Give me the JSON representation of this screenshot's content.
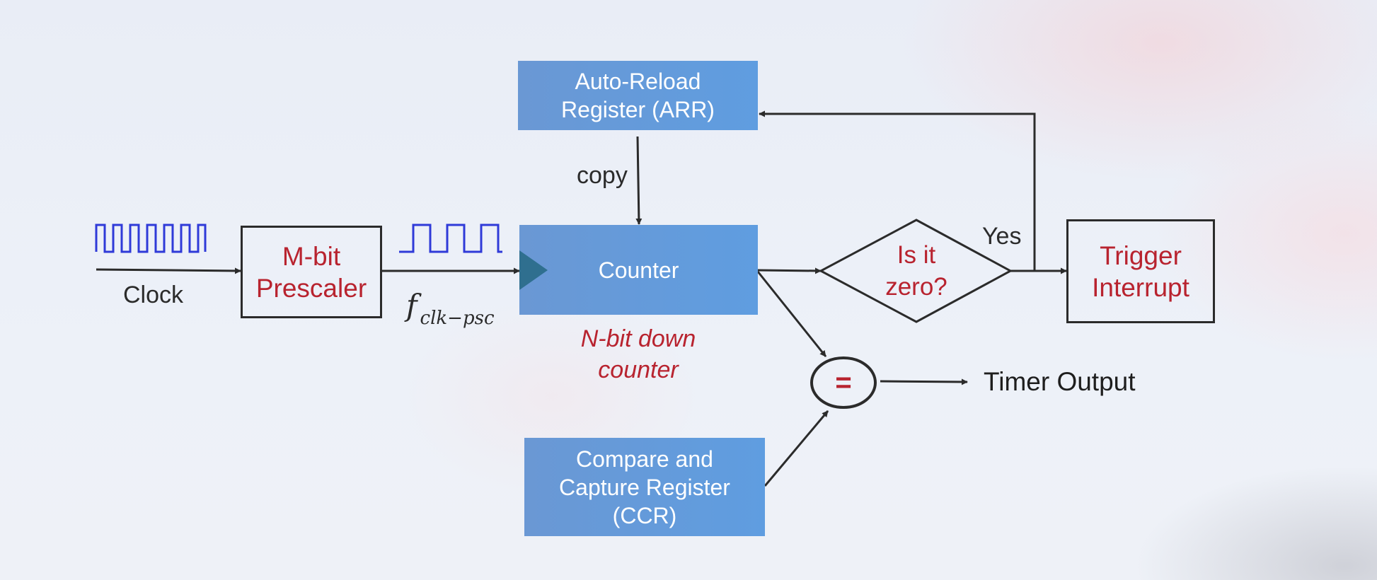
{
  "blocks": {
    "arr": "Auto-Reload\nRegister (ARR)",
    "counter": "Counter",
    "ccr": "Compare and\nCapture Register\n(CCR)",
    "prescaler": "M-bit\nPrescaler",
    "decision": "Is it\nzero?",
    "interrupt": "Trigger\nInterrupt",
    "comparator": "="
  },
  "labels": {
    "copy": "copy",
    "clock": "Clock",
    "yes": "Yes",
    "counter_caption": "N-bit down\ncounter",
    "timer_output": "Timer Output",
    "freq_main": "f",
    "freq_sub": "clk−psc"
  },
  "colors": {
    "block_fill": "#5f9de0",
    "accent_red": "#b8232f",
    "line": "#2b2b2b",
    "clock_wave": "#2f3ad8",
    "clock_triangle": "#2f6f8f"
  }
}
